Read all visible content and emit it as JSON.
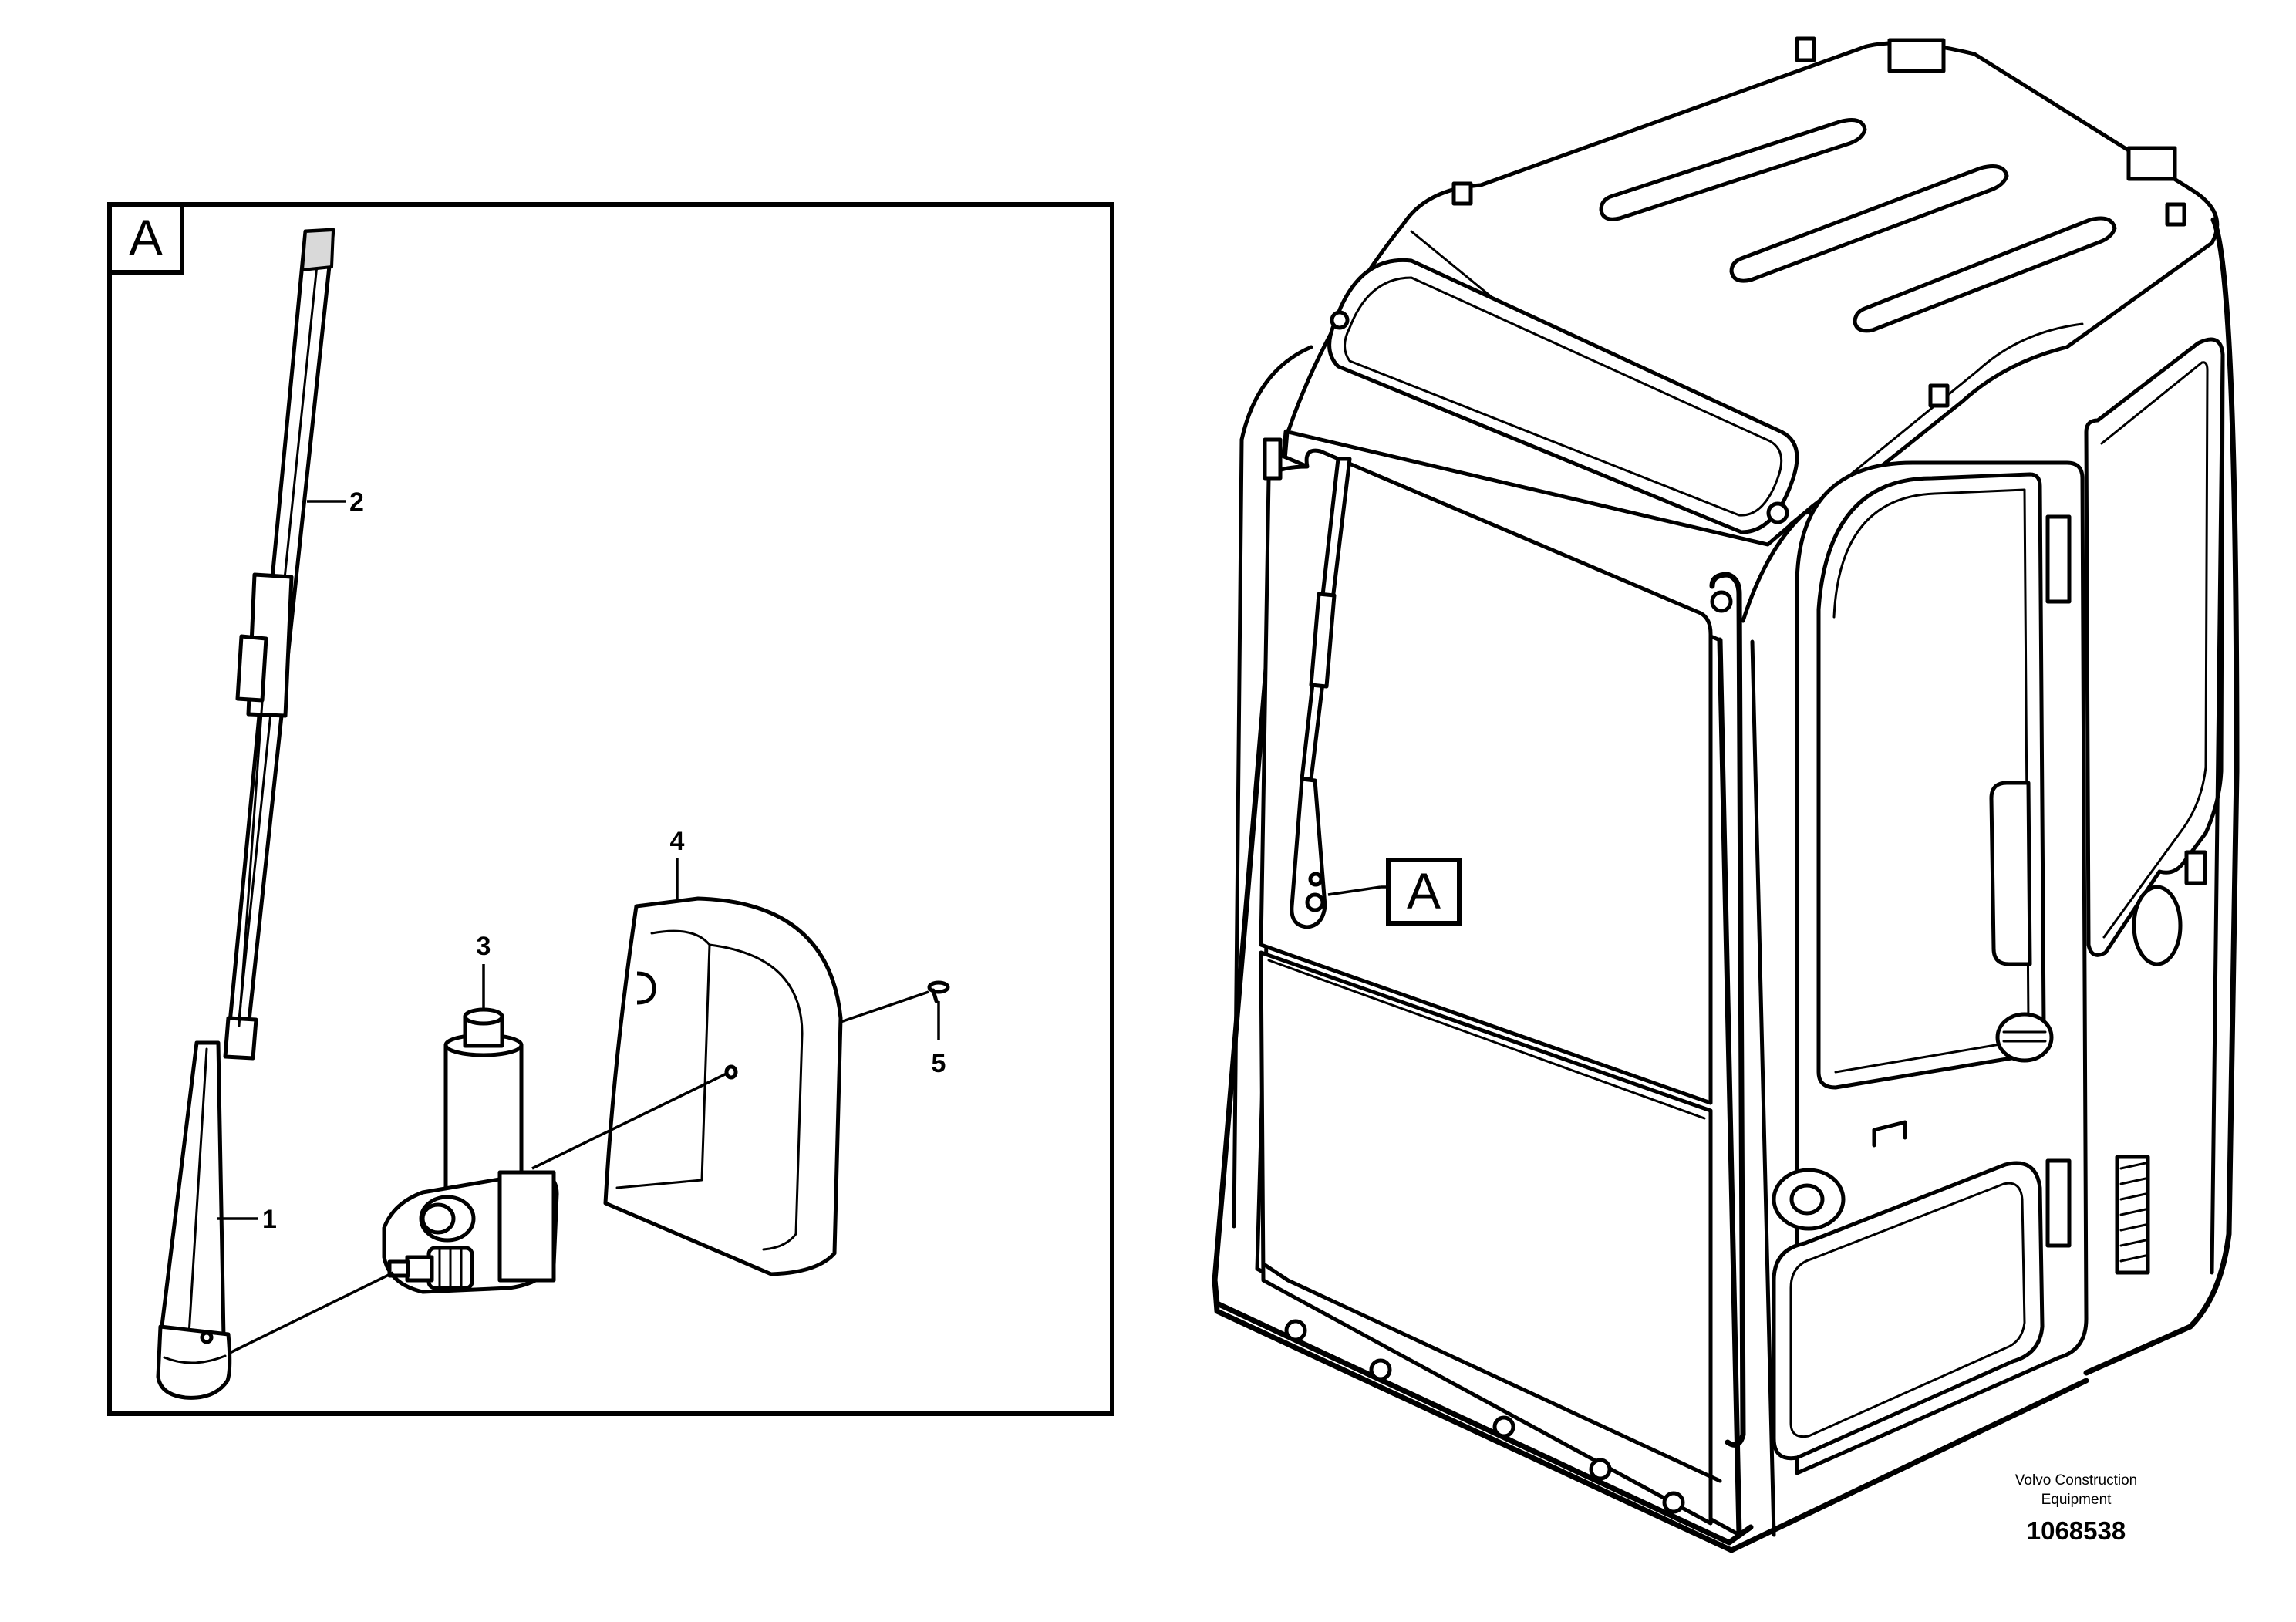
{
  "detail_view": {
    "label": "A",
    "callouts": [
      "1",
      "2",
      "3",
      "4",
      "5"
    ]
  },
  "overview": {
    "detail_marker_label": "A"
  },
  "title_block": {
    "company_line1": "Volvo Construction",
    "company_line2": "Equipment",
    "drawing_number": "1068538"
  }
}
